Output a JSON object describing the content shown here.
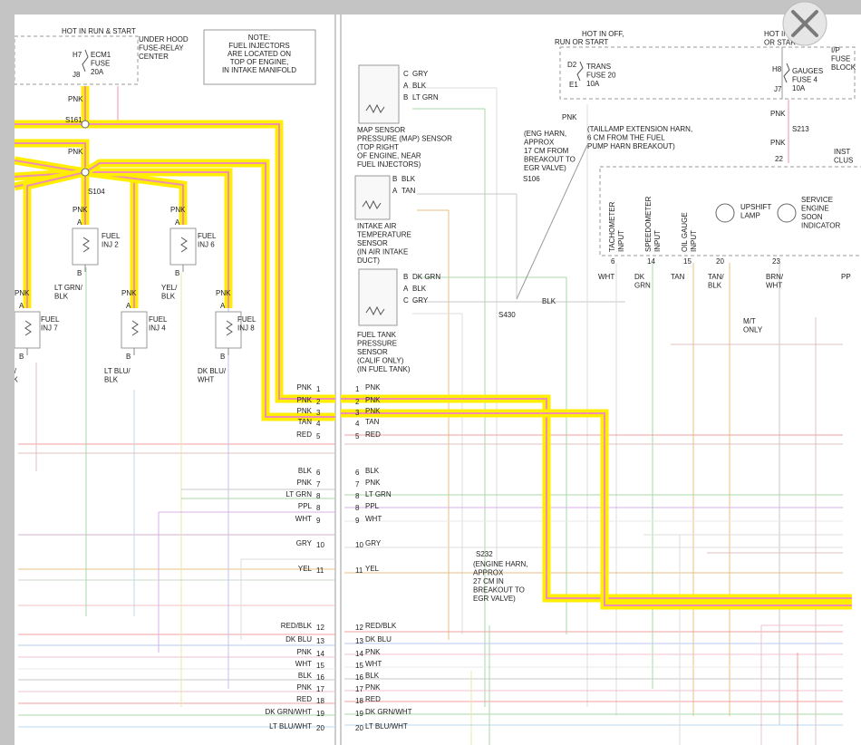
{
  "viewer": {
    "close_icon": "close-icon"
  },
  "left_panel": {
    "hot_label": "HOT IN RUN & START",
    "fuse_center": [
      "UNDER HOOD",
      "FUSE-RELAY",
      "CENTER"
    ],
    "fuse": {
      "pin_top": "H7",
      "pin_bottom": "J8",
      "lines": [
        "ECM1",
        "FUSE",
        "20A"
      ]
    },
    "note": [
      "NOTE:",
      "FUEL INJECTORS",
      "ARE LOCATED ON",
      "TOP OF ENGINE,",
      "IN INTAKE MANIFOLD"
    ],
    "splices": [
      "S161",
      "S104"
    ],
    "injectors": [
      {
        "label": [
          "FUEL",
          "INJ 2"
        ],
        "top_wire": "PNK",
        "bottom_wire": [
          "LT GRN/",
          "BLK"
        ]
      },
      {
        "label": [
          "FUEL",
          "INJ 6"
        ],
        "top_wire": "PNK",
        "bottom_wire": [
          "YEL/",
          "BLK"
        ]
      },
      {
        "label": [
          "FUEL",
          "INJ 7"
        ],
        "top_wire": "PNK",
        "bottom_wire": [
          "D/",
          "LK"
        ]
      },
      {
        "label": [
          "FUEL",
          "INJ 4"
        ],
        "top_wire": "PNK",
        "bottom_wire": [
          "LT BLU/",
          "BLK"
        ]
      },
      {
        "label": [
          "FUEL",
          "INJ 8"
        ],
        "top_wire": "PNK",
        "bottom_wire": [
          "DK BLU/",
          "WHT"
        ]
      }
    ],
    "pin_a": "A",
    "pin_b": "B",
    "wire_pnk": "PNK",
    "connector_pins": [
      {
        "n": "1",
        "color": "PNK"
      },
      {
        "n": "2",
        "color": "PNK"
      },
      {
        "n": "3",
        "color": "PNK"
      },
      {
        "n": "4",
        "color": "TAN"
      },
      {
        "n": "5",
        "color": "RED"
      },
      {
        "n": "6",
        "color": "BLK"
      },
      {
        "n": "7",
        "color": "PNK"
      },
      {
        "n": "8",
        "color": "LT GRN"
      },
      {
        "n": "8",
        "color": "PPL"
      },
      {
        "n": "9",
        "color": "WHT"
      },
      {
        "n": "10",
        "color": "GRY"
      },
      {
        "n": "11",
        "color": "YEL"
      },
      {
        "n": "12",
        "color": "RED/BLK"
      },
      {
        "n": "13",
        "color": "DK BLU"
      },
      {
        "n": "14",
        "color": "PNK"
      },
      {
        "n": "15",
        "color": "WHT"
      },
      {
        "n": "16",
        "color": "BLK"
      },
      {
        "n": "17",
        "color": "PNK"
      },
      {
        "n": "18",
        "color": "RED"
      },
      {
        "n": "19",
        "color": "DK GRN/WHT"
      },
      {
        "n": "20",
        "color": "LT BLU/WHT"
      }
    ]
  },
  "right_panel": {
    "sensors": [
      {
        "name": [
          "MAP SENSOR",
          "PRESSURE (MAP) SENSOR",
          "(TOP RIGHT",
          "OF ENGINE, NEAR",
          "FUEL INJECTORS)"
        ],
        "pins": [
          {
            "p": "C",
            "w": "GRY"
          },
          {
            "p": "A",
            "w": "BLK"
          },
          {
            "p": "B",
            "w": "LT GRN"
          }
        ]
      },
      {
        "name": [
          "INTAKE AIR",
          "TEMPERATURE",
          "SENSOR",
          "(IN AIR INTAKE",
          "DUCT)"
        ],
        "pins": [
          {
            "p": "B",
            "w": "BLK"
          },
          {
            "p": "A",
            "w": "TAN"
          }
        ]
      },
      {
        "name": [
          "FUEL TANK",
          "PRESSURE",
          "SENSOR",
          "(CALIF ONLY)",
          "(IN FUEL TANK)"
        ],
        "pins": [
          {
            "p": "B",
            "w": "DK GRN"
          },
          {
            "p": "A",
            "w": "BLK"
          },
          {
            "p": "C",
            "w": "GRY"
          }
        ]
      }
    ],
    "s106": {
      "label": "S106",
      "note": [
        "(ENG HARN,",
        "APPROX",
        "17 CM FROM",
        "BREAKOUT TO",
        "EGR VALVE)"
      ]
    },
    "taillamp_note": [
      "(TAILLAMP EXTENSION HARN,",
      "6 CM FROM THE FUEL",
      "PUMP HARN BREAKOUT)"
    ],
    "s430": "S430",
    "s430_wire": "BLK",
    "wire_pnk": "PNK",
    "trans_fuse": {
      "hot": [
        "HOT IN OFF,",
        "RUN OR START"
      ],
      "pin_top": "D2",
      "pin_bottom": "E1",
      "lines": [
        "TRANS",
        "FUSE 20",
        "10A"
      ]
    },
    "gauge_fuse": {
      "hot": [
        "HOT IN RUN",
        "OR START"
      ],
      "pin_top": "H8",
      "pin_bottom": "J7",
      "lines": [
        "GAUGES",
        "FUSE 4",
        "10A"
      ],
      "block": [
        "I/P",
        "FUSE",
        "BLOCK"
      ]
    },
    "s213": "S213",
    "cluster": {
      "label": [
        "INST",
        "CLUS"
      ],
      "top_pin": "22",
      "inputs": [
        {
          "label": [
            "TACHOMETER",
            "INPUT"
          ],
          "pin": "6",
          "wire": [
            "WHT"
          ]
        },
        {
          "label": [
            "SPEEDOMETER",
            "INPUT"
          ],
          "pin": "14",
          "wire": [
            "DK",
            "GRN"
          ]
        },
        {
          "label": [
            "OIL GAUGE",
            "INPUT"
          ],
          "pin": "15",
          "wire": [
            "TAN"
          ]
        }
      ],
      "upshift": {
        "label": [
          "UPSHIFT",
          "LAMP"
        ],
        "pin": "20",
        "wire": [
          "TAN/",
          "BLK"
        ]
      },
      "service": {
        "label": [
          "SERVICE",
          "ENGINE",
          "SOON",
          "INDICATOR"
        ],
        "pin": "23",
        "wire": [
          "BRN/",
          "WHT"
        ]
      },
      "mt_only": [
        "M/T",
        "ONLY"
      ],
      "last_wire": "PP"
    },
    "s232": {
      "label": "S232",
      "note": [
        "(ENGINE HARN,",
        "APPROX",
        "27 CM IN",
        "BREAKOUT TO",
        "EGR VALVE)"
      ]
    }
  },
  "colors": {
    "highlight": "#ffee00",
    "wire_pink": "#f08fb0",
    "frame": "#999999"
  }
}
